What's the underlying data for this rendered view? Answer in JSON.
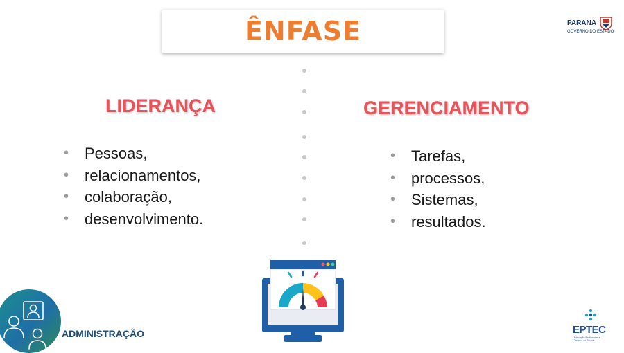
{
  "title": "ÊNFASE",
  "logo_top": {
    "name": "PARANÁ",
    "subtitle": "GOVERNO DO ESTADO"
  },
  "left": {
    "heading": "LIDERANÇA",
    "items": [
      "Pessoas,",
      "relacionamentos,",
      "colaboração,",
      "desenvolvimento."
    ]
  },
  "right": {
    "heading": "GERENCIAMENTO",
    "items": [
      "Tarefas,",
      "processos,",
      "Sistemas,",
      "resultados."
    ]
  },
  "footer": {
    "area_label": "ADMINISTRAÇÃO",
    "logo_bottom": {
      "name": "EPTEC",
      "subtitle": "Educação Profissional e Técnica do Paraná"
    }
  },
  "colors": {
    "title": "#ed7d31",
    "heading": "#e8535a",
    "admin": "#1f4e79"
  },
  "icons": [
    "person-icons",
    "monitor-gauge-icon"
  ]
}
